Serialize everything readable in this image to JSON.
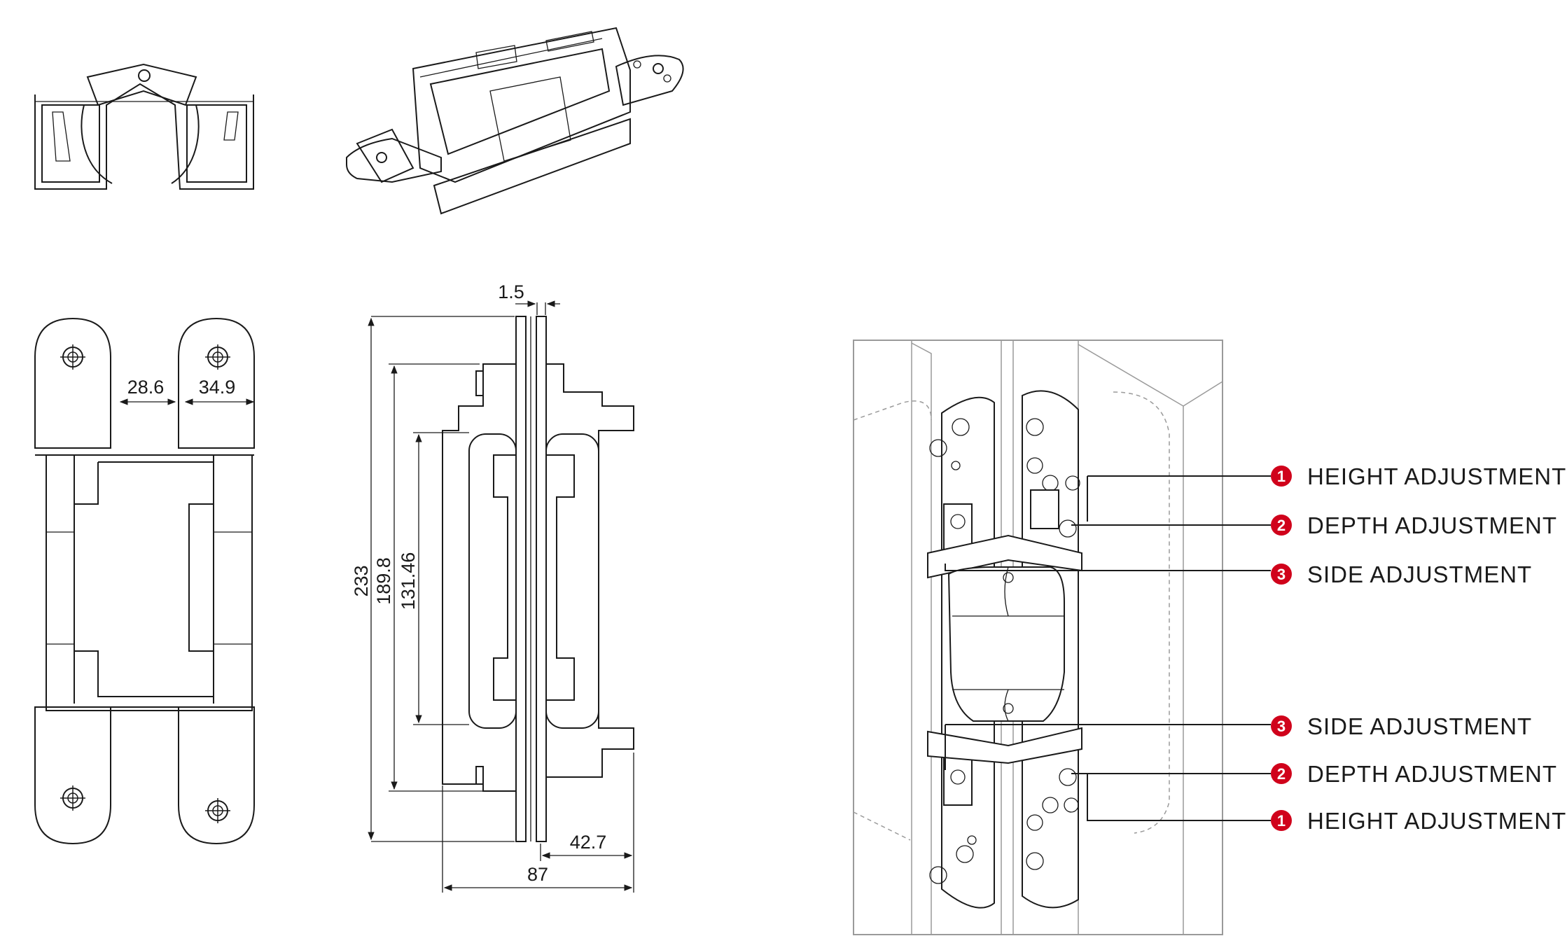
{
  "dimensions": {
    "gap_width": "28.6",
    "leaf_width": "34.9",
    "flange_thickness": "1.5",
    "overall_height": "233",
    "body_height": "189.8",
    "inner_height": "131.46",
    "half_depth": "42.7",
    "total_depth": "87"
  },
  "callouts": [
    {
      "number": "1",
      "label": "HEIGHT ADJUSTMENT"
    },
    {
      "number": "2",
      "label": "DEPTH ADJUSTMENT"
    },
    {
      "number": "3",
      "label": "SIDE ADJUSTMENT"
    },
    {
      "number": "3",
      "label": "SIDE ADJUSTMENT"
    },
    {
      "number": "2",
      "label": "DEPTH ADJUSTMENT"
    },
    {
      "number": "1",
      "label": "HEIGHT ADJUSTMENT"
    }
  ],
  "colors": {
    "badge": "#d0021b",
    "line": "#1a1a1a",
    "frame": "#9a9a9a"
  }
}
